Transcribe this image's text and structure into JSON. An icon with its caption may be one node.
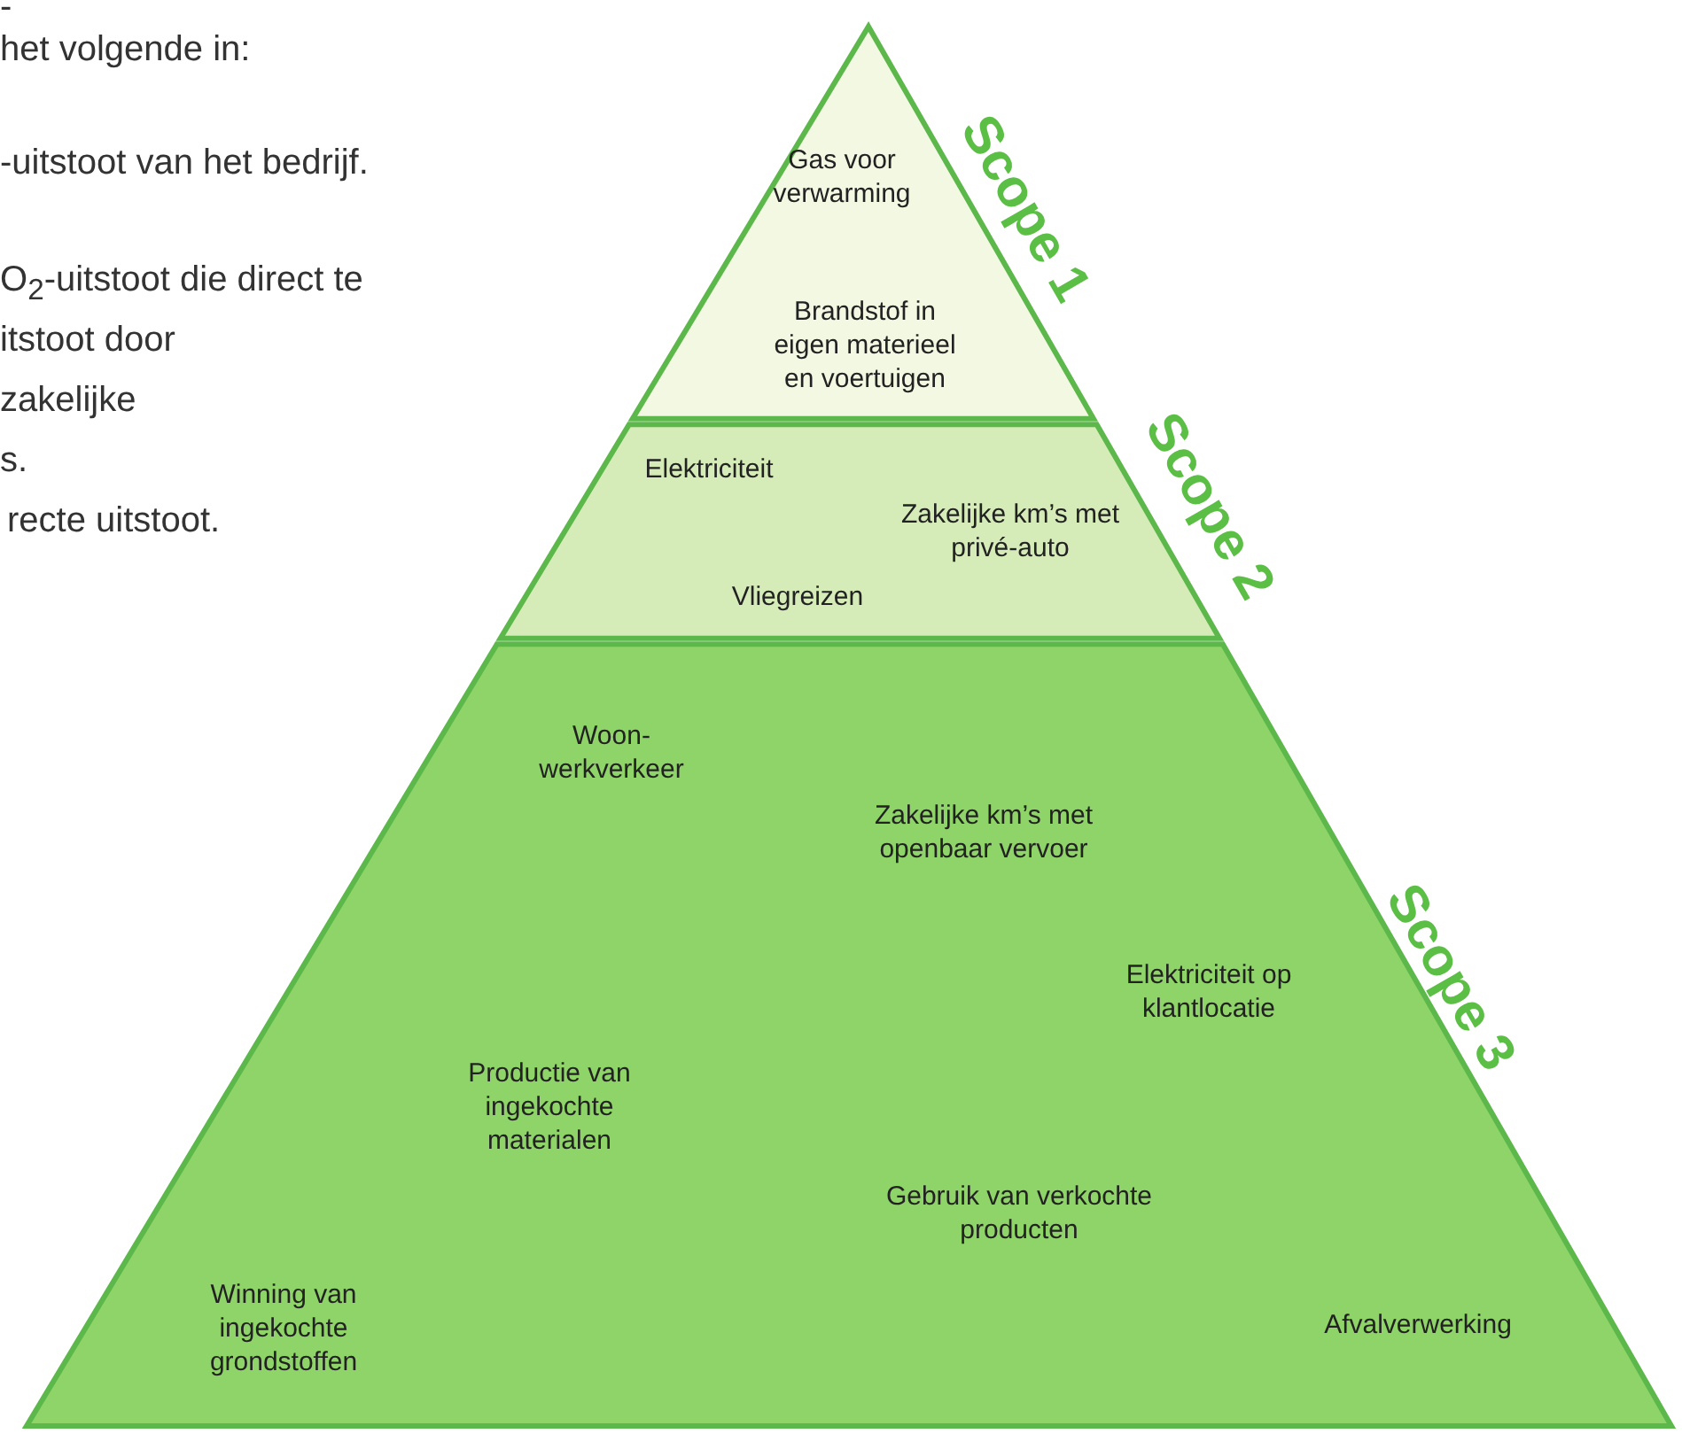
{
  "diagram": {
    "nodes": [
      {
        "text": [
          "Scope 1",
          "Gas voor verwarming",
          "Brandstof in eigen materieel en voertuigen"
        ]
      },
      {
        "text": [
          "Scope 2",
          "Elektriciteit",
          "Zakelijke km’s met privé-auto",
          "Vliegreizen"
        ]
      },
      {
        "text": [
          "Scope 3",
          "Woon- werkverkeer",
          "Zakelijke km’s met openbaar vervoer",
          "Elektriciteit op klantlocatie",
          "Productie van ingekochte materialen",
          "Gebruik van verkochte producten",
          "Winning van ingekochte grondstoffen",
          "Afvalverwerking"
        ]
      }
    ],
    "labels": [
      "-",
      "het volgende in:",
      "-uitstoot van het bedrijf.",
      "O$_{2}$-uitstoot die direct te",
      "itstoot door",
      "zakelijke",
      "s.",
      "recte uitstoot."
    ]
  }
}
